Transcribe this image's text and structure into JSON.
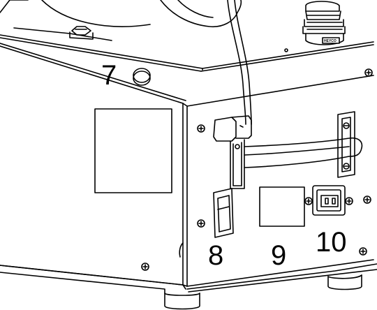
{
  "callouts": [
    {
      "id": "7",
      "label": "7"
    },
    {
      "id": "8",
      "label": "8"
    },
    {
      "id": "9",
      "label": "9"
    },
    {
      "id": "10",
      "label": "10"
    }
  ],
  "brand_label": "HEYCO",
  "colors": {
    "line": "#000000",
    "fill": "#ffffff"
  }
}
